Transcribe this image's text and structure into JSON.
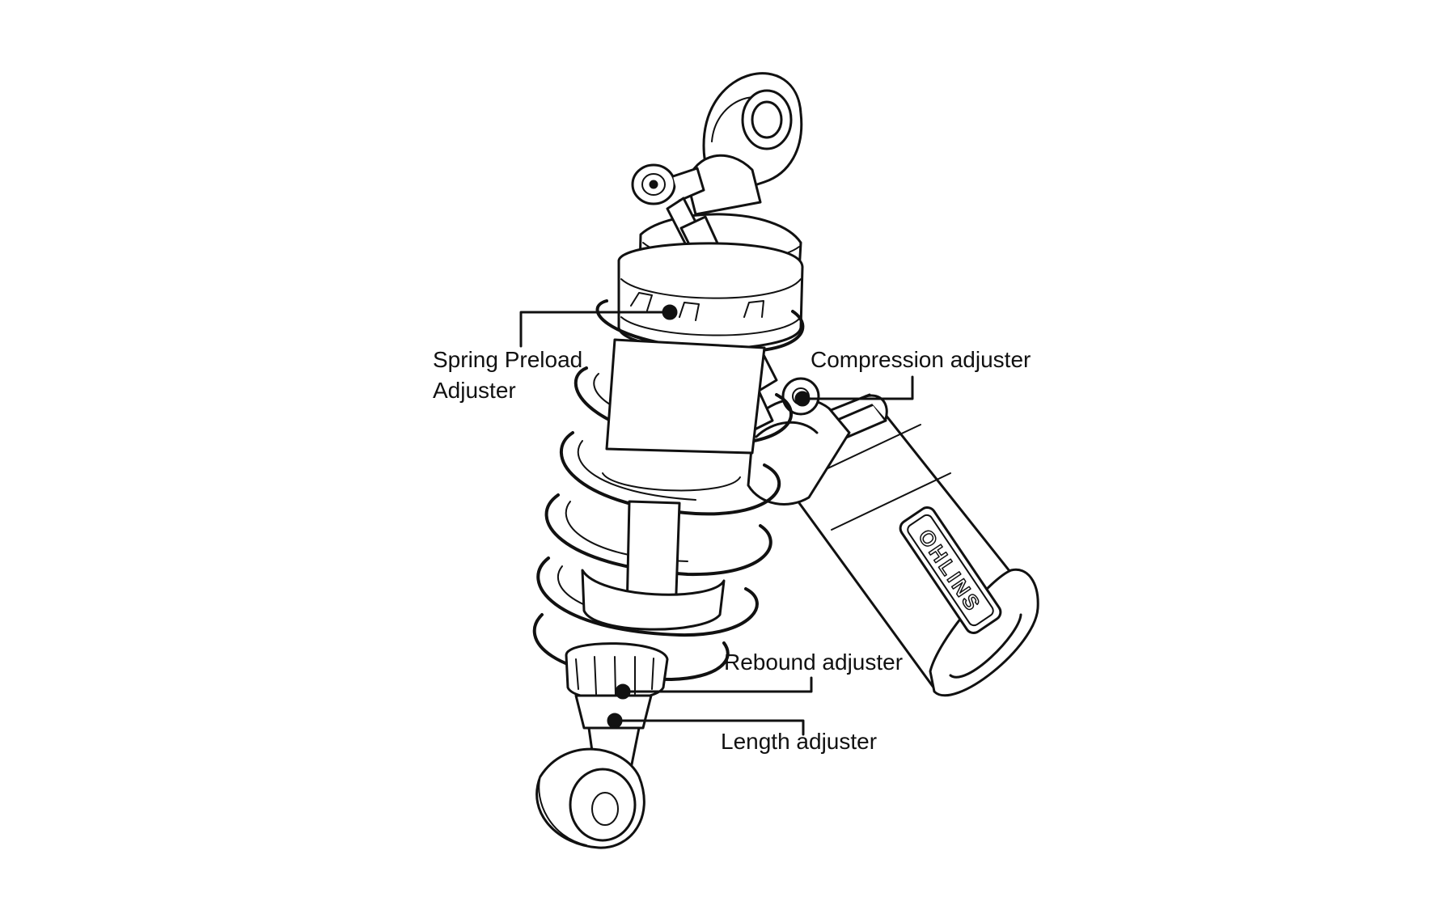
{
  "brand": {
    "logo_text": "OHLINS"
  },
  "colors": {
    "line": "#111111",
    "background": "#ffffff"
  },
  "callouts": {
    "spring_preload": {
      "line1": "Spring Preload",
      "line2": "Adjuster"
    },
    "compression": {
      "label": "Compression adjuster"
    },
    "rebound": {
      "label": "Rebound adjuster"
    },
    "length": {
      "label": "Length adjuster"
    }
  }
}
